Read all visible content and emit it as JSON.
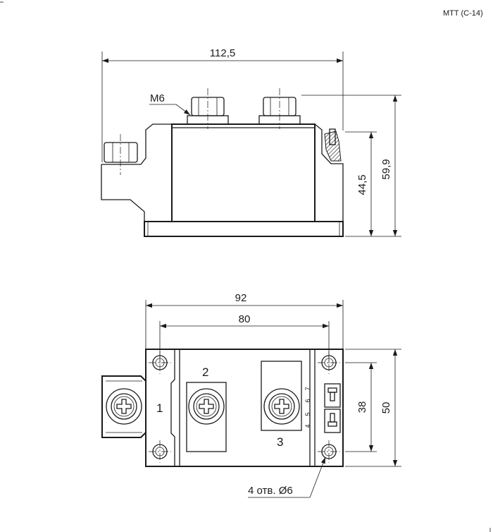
{
  "header": {
    "model_label": "MTT (C-14)"
  },
  "side_view": {
    "width_label": "112,5",
    "thread_label": "M6",
    "height_total_label": "59,9",
    "height_body_label": "44,5"
  },
  "top_view": {
    "outer_width_label": "92",
    "hole_spacing_label": "80",
    "outer_height_label": "50",
    "hole_pitch_label": "38",
    "terminal_1_label": "1",
    "terminal_2_label": "2",
    "terminal_3_label": "3",
    "pin_labels": [
      "7",
      "6",
      "5",
      "4"
    ],
    "holes_label": "4 отв. Ø6"
  },
  "icons": {
    "screw_head": "cross-screw-icon",
    "hex_nut": "hex-nut-icon",
    "arrow": "dimension-arrow-icon"
  }
}
